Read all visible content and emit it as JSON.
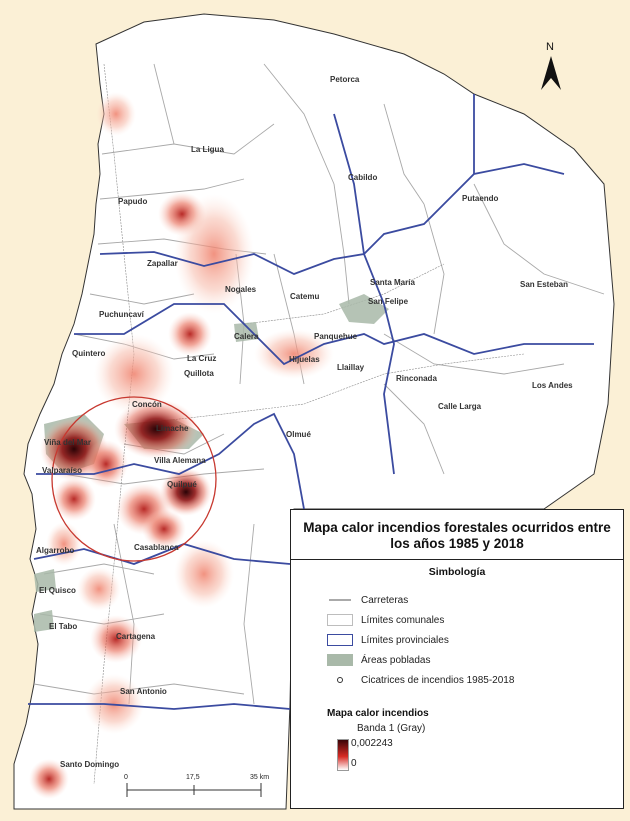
{
  "north_label": "N",
  "municipalities": {
    "petorca": "Petorca",
    "la_ligua": "La Ligua",
    "cabildo": "Cabildo",
    "putaendo": "Putaendo",
    "papudo": "Papudo",
    "zapallar": "Zapallar",
    "nogales": "Nogales",
    "catemu": "Catemu",
    "santa_maria": "Santa María",
    "san_felipe": "San Felipe",
    "san_esteban": "San Esteban",
    "puchuncavi": "Puchuncaví",
    "calera": "Calera",
    "panquehue": "Panquehue",
    "quintero": "Quintero",
    "la_cruz": "La Cruz",
    "quillota": "Quillota",
    "hijuelas": "Hijuelas",
    "llaillay": "Llaillay",
    "rinconada": "Rinconada",
    "los_andes": "Los Andes",
    "calle_larga": "Calle Larga",
    "concon": "Concón",
    "limache": "Limache",
    "olmue": "Olmué",
    "vina_del_mar": "Viña del Mar",
    "villa_alemana": "Villa Alemana",
    "valparaiso": "Valparaíso",
    "quilpue": "Quilpué",
    "casablanca": "Casablanca",
    "algarrobo": "Algarrobo",
    "el_quisco": "El Quisco",
    "el_tabo": "El Tabo",
    "cartagena": "Cartagena",
    "san_antonio": "San Antonio",
    "santo_domingo": "Santo Domingo"
  },
  "scale": {
    "t0": "0",
    "t1": "17,5",
    "t2": "35 km"
  },
  "legend": {
    "title": "Mapa calor incendios forestales ocurridos entre los años 1985 y 2018",
    "symbology": "Simbología",
    "roads": "Carreteras",
    "communal": "Límites comunales",
    "provincial": "Límites provinciales",
    "populated": "Áreas pobladas",
    "scars": "Cicatrices de incendios 1985-2018",
    "heatmap_title": "Mapa calor incendios",
    "band": "Banda 1 (Gray)",
    "max": "0,002243",
    "min": "0"
  },
  "colors": {
    "background": "#fbf0d6",
    "land": "#ffffff",
    "provincial_boundary": "#3b4ba0",
    "communal_boundary": "#9a9a9a",
    "populated": "#a9b9a9",
    "heat_low": "#f5b5a5",
    "heat_high": "#3a0508",
    "circle": "#c7382f"
  }
}
